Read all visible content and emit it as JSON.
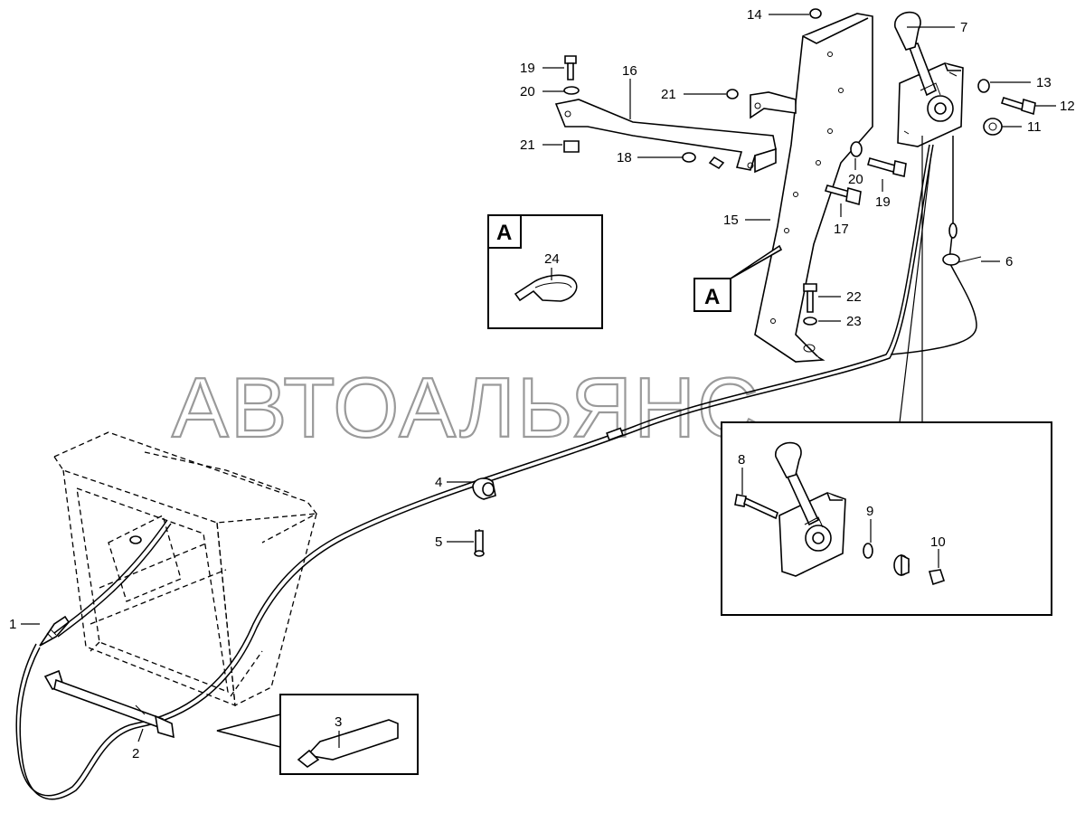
{
  "watermark": "АВТОАЛЬЯНС",
  "detail_box_letter": "A",
  "view_marker_letter": "A",
  "callouts": {
    "c1": "1",
    "c2": "2",
    "c3": "3",
    "c4": "4",
    "c5": "5",
    "c6": "6",
    "c7": "7",
    "c8": "8",
    "c9": "9",
    "c10": "10",
    "c11": "11",
    "c12": "12",
    "c13": "13",
    "c14": "14",
    "c15": "15",
    "c16": "16",
    "c17": "17",
    "c18": "18",
    "c19a": "19",
    "c19b": "19",
    "c20a": "20",
    "c20b": "20",
    "c21a": "21",
    "c21b": "21",
    "c22": "22",
    "c23": "23",
    "c24": "24"
  }
}
